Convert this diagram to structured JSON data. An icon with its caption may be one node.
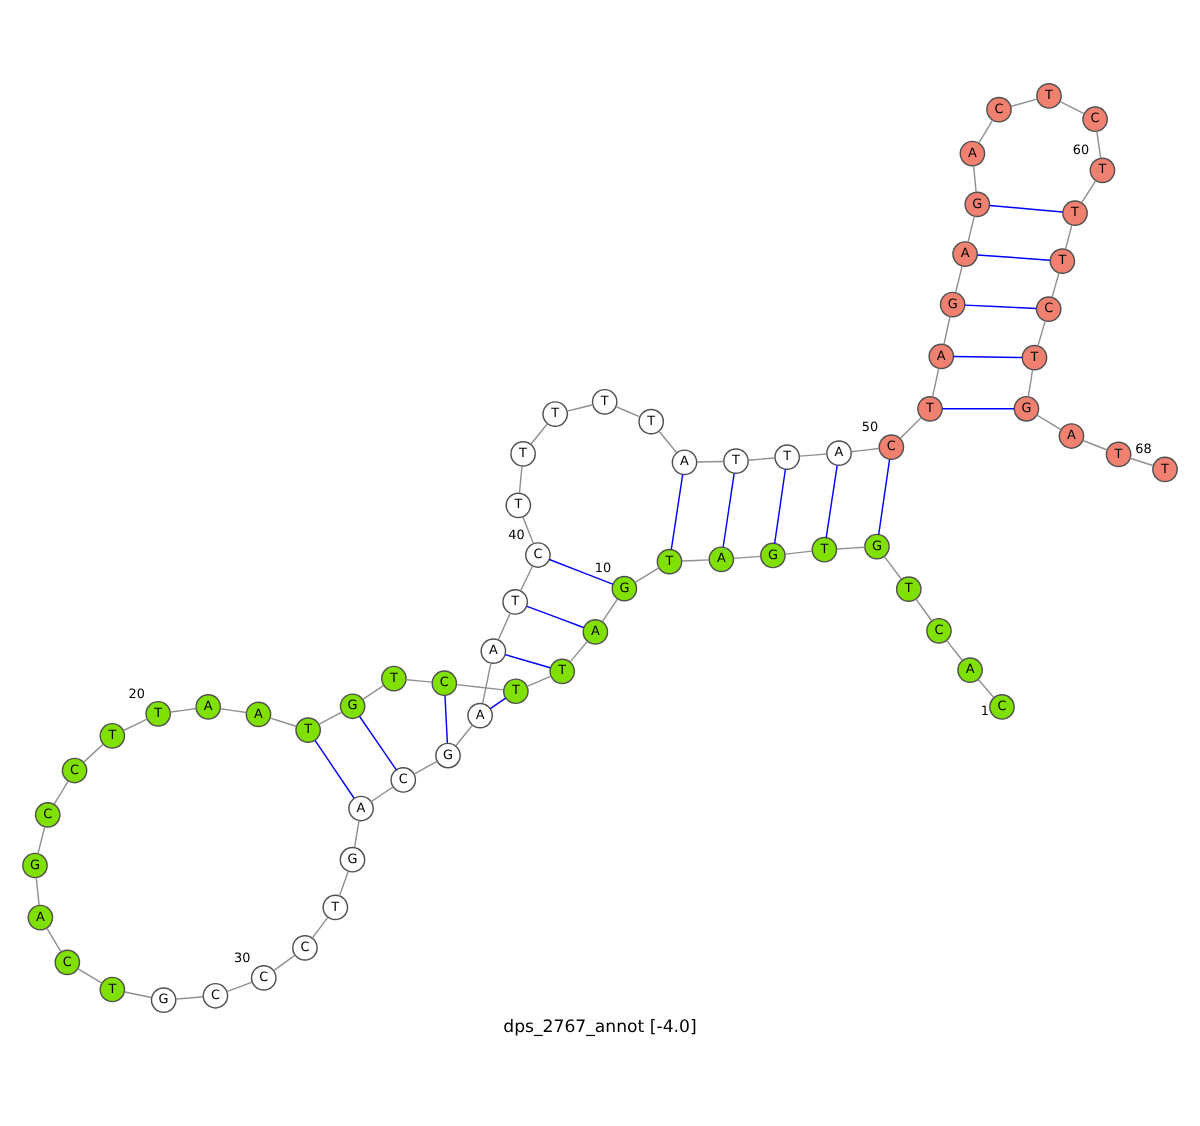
{
  "diagram": {
    "caption": "dps_2767_annot [-4.0]",
    "nodes": [
      {
        "text": [
          "C"
        ],
        "beside": [
          "1"
        ]
      },
      {
        "text": [
          "A"
        ]
      },
      {
        "text": [
          "C"
        ]
      },
      {
        "text": [
          "T"
        ]
      },
      {
        "text": [
          "G"
        ]
      },
      {
        "text": [
          "T"
        ]
      },
      {
        "text": [
          "G"
        ]
      },
      {
        "text": [
          "A"
        ]
      },
      {
        "text": [
          "T"
        ]
      },
      {
        "text": [
          "G"
        ],
        "beside": [
          "10"
        ]
      },
      {
        "text": [
          "A"
        ]
      },
      {
        "text": [
          "T"
        ]
      },
      {
        "text": [
          "T"
        ]
      },
      {
        "text": [
          "C"
        ]
      },
      {
        "text": [
          "T"
        ]
      },
      {
        "text": [
          "G"
        ]
      },
      {
        "text": [
          "T"
        ]
      },
      {
        "text": [
          "A"
        ]
      },
      {
        "text": [
          "A"
        ]
      },
      {
        "text": [
          "T"
        ],
        "beside": [
          "20"
        ]
      },
      {
        "text": [
          "T"
        ]
      },
      {
        "text": [
          "C"
        ]
      },
      {
        "text": [
          "C"
        ]
      },
      {
        "text": [
          "G"
        ]
      },
      {
        "text": [
          "A"
        ]
      },
      {
        "text": [
          "C"
        ]
      },
      {
        "text": [
          "T"
        ]
      },
      {
        "text": [
          "G"
        ]
      },
      {
        "text": [
          "C"
        ]
      },
      {
        "text": [
          "C"
        ],
        "beside": [
          "30"
        ]
      },
      {
        "text": [
          "C"
        ]
      },
      {
        "text": [
          "T"
        ]
      },
      {
        "text": [
          "G"
        ]
      },
      {
        "text": [
          "A"
        ]
      },
      {
        "text": [
          "C"
        ]
      },
      {
        "text": [
          "G"
        ]
      },
      {
        "text": [
          "A"
        ]
      },
      {
        "text": [
          "A"
        ]
      },
      {
        "text": [
          "T"
        ]
      },
      {
        "text": [
          "C"
        ],
        "beside": [
          "40"
        ]
      },
      {
        "text": [
          "T"
        ]
      },
      {
        "text": [
          "T"
        ]
      },
      {
        "text": [
          "T"
        ]
      },
      {
        "text": [
          "T"
        ]
      },
      {
        "text": [
          "T"
        ]
      },
      {
        "text": [
          "A"
        ]
      },
      {
        "text": [
          "T"
        ]
      },
      {
        "text": [
          "T"
        ]
      },
      {
        "text": [
          "A"
        ]
      },
      {
        "text": [
          "C"
        ],
        "beside": [
          "50"
        ]
      },
      {
        "text": [
          "T"
        ]
      },
      {
        "text": [
          "A"
        ]
      },
      {
        "text": [
          "G"
        ]
      },
      {
        "text": [
          "A"
        ]
      },
      {
        "text": [
          "G"
        ]
      },
      {
        "text": [
          "A"
        ]
      },
      {
        "text": [
          "C"
        ]
      },
      {
        "text": [
          "T"
        ]
      },
      {
        "text": [
          "C"
        ]
      },
      {
        "text": [
          "T"
        ],
        "beside": [
          "60"
        ]
      },
      {
        "text": [
          "T"
        ]
      },
      {
        "text": [
          "T"
        ]
      },
      {
        "text": [
          "C"
        ]
      },
      {
        "text": [
          "T"
        ]
      },
      {
        "text": [
          "G"
        ]
      },
      {
        "text": [
          "A"
        ]
      },
      {
        "text": [
          "T"
        ]
      },
      {
        "text": [
          "T"
        ],
        "beside": [
          "68"
        ]
      }
    ],
    "edges": [
      {
        "from": 0,
        "to": 1,
        "arrow": "none"
      },
      {
        "from": 1,
        "to": 2,
        "arrow": "none"
      },
      {
        "from": 2,
        "to": 3,
        "arrow": "none"
      },
      {
        "from": 3,
        "to": 4,
        "arrow": "none"
      },
      {
        "from": 4,
        "to": 5,
        "arrow": "none"
      },
      {
        "from": 5,
        "to": 6,
        "arrow": "none"
      },
      {
        "from": 6,
        "to": 7,
        "arrow": "none"
      },
      {
        "from": 7,
        "to": 8,
        "arrow": "none"
      },
      {
        "from": 8,
        "to": 9,
        "arrow": "none"
      },
      {
        "from": 9,
        "to": 10,
        "arrow": "none"
      },
      {
        "from": 10,
        "to": 11,
        "arrow": "none"
      },
      {
        "from": 11,
        "to": 12,
        "arrow": "none"
      },
      {
        "from": 12,
        "to": 13,
        "arrow": "none"
      },
      {
        "from": 13,
        "to": 14,
        "arrow": "none"
      },
      {
        "from": 14,
        "to": 15,
        "arrow": "none"
      },
      {
        "from": 15,
        "to": 16,
        "arrow": "none"
      },
      {
        "from": 16,
        "to": 17,
        "arrow": "none"
      },
      {
        "from": 17,
        "to": 18,
        "arrow": "none"
      },
      {
        "from": 18,
        "to": 19,
        "arrow": "none"
      },
      {
        "from": 19,
        "to": 20,
        "arrow": "none"
      },
      {
        "from": 20,
        "to": 21,
        "arrow": "none"
      },
      {
        "from": 21,
        "to": 22,
        "arrow": "none"
      },
      {
        "from": 22,
        "to": 23,
        "arrow": "none"
      },
      {
        "from": 23,
        "to": 24,
        "arrow": "none"
      },
      {
        "from": 24,
        "to": 25,
        "arrow": "none"
      },
      {
        "from": 25,
        "to": 26,
        "arrow": "none"
      },
      {
        "from": 26,
        "to": 27,
        "arrow": "none"
      },
      {
        "from": 27,
        "to": 28,
        "arrow": "none"
      },
      {
        "from": 28,
        "to": 29,
        "arrow": "none"
      },
      {
        "from": 29,
        "to": 30,
        "arrow": "none"
      },
      {
        "from": 30,
        "to": 31,
        "arrow": "none"
      },
      {
        "from": 31,
        "to": 32,
        "arrow": "none"
      },
      {
        "from": 32,
        "to": 33,
        "arrow": "none"
      },
      {
        "from": 33,
        "to": 34,
        "arrow": "none"
      },
      {
        "from": 34,
        "to": 35,
        "arrow": "none"
      },
      {
        "from": 35,
        "to": 36,
        "arrow": "none"
      },
      {
        "from": 36,
        "to": 37,
        "arrow": "none"
      },
      {
        "from": 37,
        "to": 38,
        "arrow": "none"
      },
      {
        "from": 38,
        "to": 39,
        "arrow": "none"
      },
      {
        "from": 39,
        "to": 40,
        "arrow": "none"
      },
      {
        "from": 40,
        "to": 41,
        "arrow": "none"
      },
      {
        "from": 41,
        "to": 42,
        "arrow": "none"
      },
      {
        "from": 42,
        "to": 43,
        "arrow": "none"
      },
      {
        "from": 43,
        "to": 44,
        "arrow": "none"
      },
      {
        "from": 44,
        "to": 45,
        "arrow": "none"
      },
      {
        "from": 45,
        "to": 46,
        "arrow": "none"
      },
      {
        "from": 46,
        "to": 47,
        "arrow": "none"
      },
      {
        "from": 47,
        "to": 48,
        "arrow": "none"
      },
      {
        "from": 48,
        "to": 49,
        "arrow": "none"
      },
      {
        "from": 49,
        "to": 50,
        "arrow": "none"
      },
      {
        "from": 50,
        "to": 51,
        "arrow": "none"
      },
      {
        "from": 51,
        "to": 52,
        "arrow": "none"
      },
      {
        "from": 52,
        "to": 53,
        "arrow": "none"
      },
      {
        "from": 53,
        "to": 54,
        "arrow": "none"
      },
      {
        "from": 54,
        "to": 55,
        "arrow": "none"
      },
      {
        "from": 55,
        "to": 56,
        "arrow": "none"
      },
      {
        "from": 56,
        "to": 57,
        "arrow": "none"
      },
      {
        "from": 57,
        "to": 58,
        "arrow": "none"
      },
      {
        "from": 58,
        "to": 59,
        "arrow": "none"
      },
      {
        "from": 59,
        "to": 60,
        "arrow": "none"
      },
      {
        "from": 60,
        "to": 61,
        "arrow": "none"
      },
      {
        "from": 61,
        "to": 62,
        "arrow": "none"
      },
      {
        "from": 62,
        "to": 63,
        "arrow": "none"
      },
      {
        "from": 63,
        "to": 64,
        "arrow": "none"
      },
      {
        "from": 64,
        "to": 65,
        "arrow": "none"
      },
      {
        "from": 65,
        "to": 66,
        "arrow": "none"
      },
      {
        "from": 66,
        "to": 67,
        "arrow": "none"
      },
      {
        "from": 16,
        "to": 33,
        "arrow": "none",
        "color": "#0000ff"
      },
      {
        "from": 15,
        "to": 34,
        "arrow": "none",
        "color": "#0000ff"
      },
      {
        "from": 13,
        "to": 35,
        "arrow": "none",
        "color": "#0000ff"
      },
      {
        "from": 12,
        "to": 36,
        "arrow": "none",
        "color": "#0000ff"
      },
      {
        "from": 11,
        "to": 37,
        "arrow": "none",
        "color": "#0000ff"
      },
      {
        "from": 10,
        "to": 38,
        "arrow": "none",
        "color": "#0000ff"
      },
      {
        "from": 9,
        "to": 39,
        "arrow": "none",
        "color": "#0000ff"
      },
      {
        "from": 8,
        "to": 45,
        "arrow": "none",
        "color": "#0000ff"
      },
      {
        "from": 7,
        "to": 46,
        "arrow": "none",
        "color": "#0000ff"
      },
      {
        "from": 6,
        "to": 47,
        "arrow": "none",
        "color": "#0000ff"
      },
      {
        "from": 5,
        "to": 48,
        "arrow": "none",
        "color": "#0000ff"
      },
      {
        "from": 4,
        "to": 49,
        "arrow": "none",
        "color": "#0000ff"
      },
      {
        "from": 50,
        "to": 64,
        "arrow": "none",
        "color": "#0000ff"
      },
      {
        "from": 51,
        "to": 63,
        "arrow": "none",
        "color": "#0000ff"
      },
      {
        "from": 52,
        "to": 62,
        "arrow": "none",
        "color": "#0000ff"
      },
      {
        "from": 53,
        "to": 61,
        "arrow": "none",
        "color": "#0000ff"
      },
      {
        "from": 54,
        "to": 60,
        "arrow": "none",
        "color": "#0000ff"
      }
    ]
  }
}
